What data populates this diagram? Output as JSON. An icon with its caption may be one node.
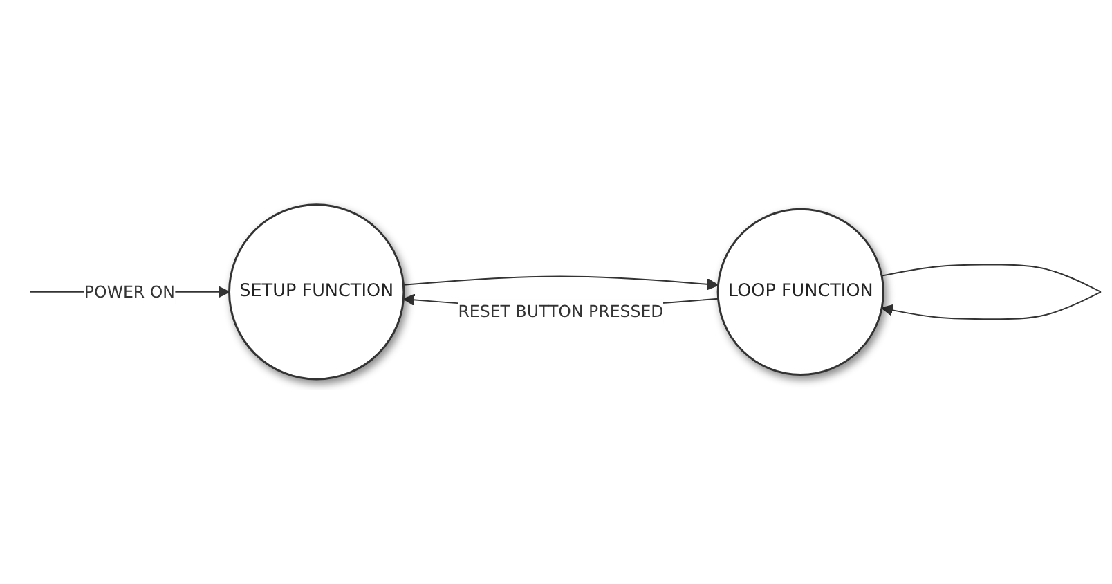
{
  "diagram": {
    "nodes": [
      {
        "text": [
          "SETUP FUNCTION"
        ]
      },
      {
        "text": [
          "LOOP FUNCTION"
        ]
      }
    ],
    "edges": [
      {
        "from": null,
        "to": 0,
        "arrow": "to",
        "label": "POWER ON"
      },
      {
        "from": 0,
        "to": 1,
        "arrow": "to"
      },
      {
        "from": 1,
        "to": 1,
        "arrow": "to"
      },
      {
        "from": 1,
        "to": 0,
        "arrow": "to",
        "label": "RESET BUTTON PRESSED"
      }
    ]
  }
}
